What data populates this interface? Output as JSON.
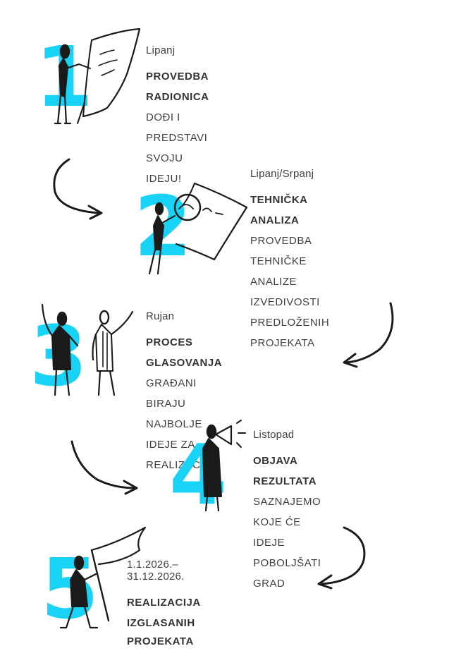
{
  "accent_color": "#18d3f5",
  "steps": [
    {
      "number": "1",
      "date": "Lipanj",
      "title": "PROVEDBA RADIONICA",
      "desc": [
        "DOĐI I PREDSTAVI SVOJU IDEJU!"
      ],
      "icon": "person-presenting-flipchart-icon"
    },
    {
      "number": "2",
      "date": "Lipanj/Srpanj",
      "title": "TEHNIČKA ANALIZA",
      "desc": [
        "PROVEDBA TEHNIČKE ANALIZE",
        "IZVEDIVOSTI PREDLOŽENIH",
        "PROJEKATA"
      ],
      "icon": "person-magnifying-glass-icon"
    },
    {
      "number": "3",
      "date": "Rujan",
      "title": "PROCES GLASOVANJA",
      "desc": [
        "GRAĐANI BIRAJU NAJBOLJE",
        "IDEJE ZA REALIZACIJU"
      ],
      "icon": "people-voting-icon"
    },
    {
      "number": "4",
      "date": "Listopad",
      "title": "OBJAVA REZULTATA",
      "desc": [
        "SAZNAJEMO KOJE ĆE IDEJE",
        "POBOLJŠATI GRAD"
      ],
      "icon": "person-megaphone-icon"
    },
    {
      "number": "5",
      "date": "1.1.2026.–31.12.2026.",
      "title": [
        "REALIZACIJA IZGLASANIH",
        "PROJEKATA"
      ],
      "desc": [],
      "icon": "person-flag-icon"
    }
  ]
}
